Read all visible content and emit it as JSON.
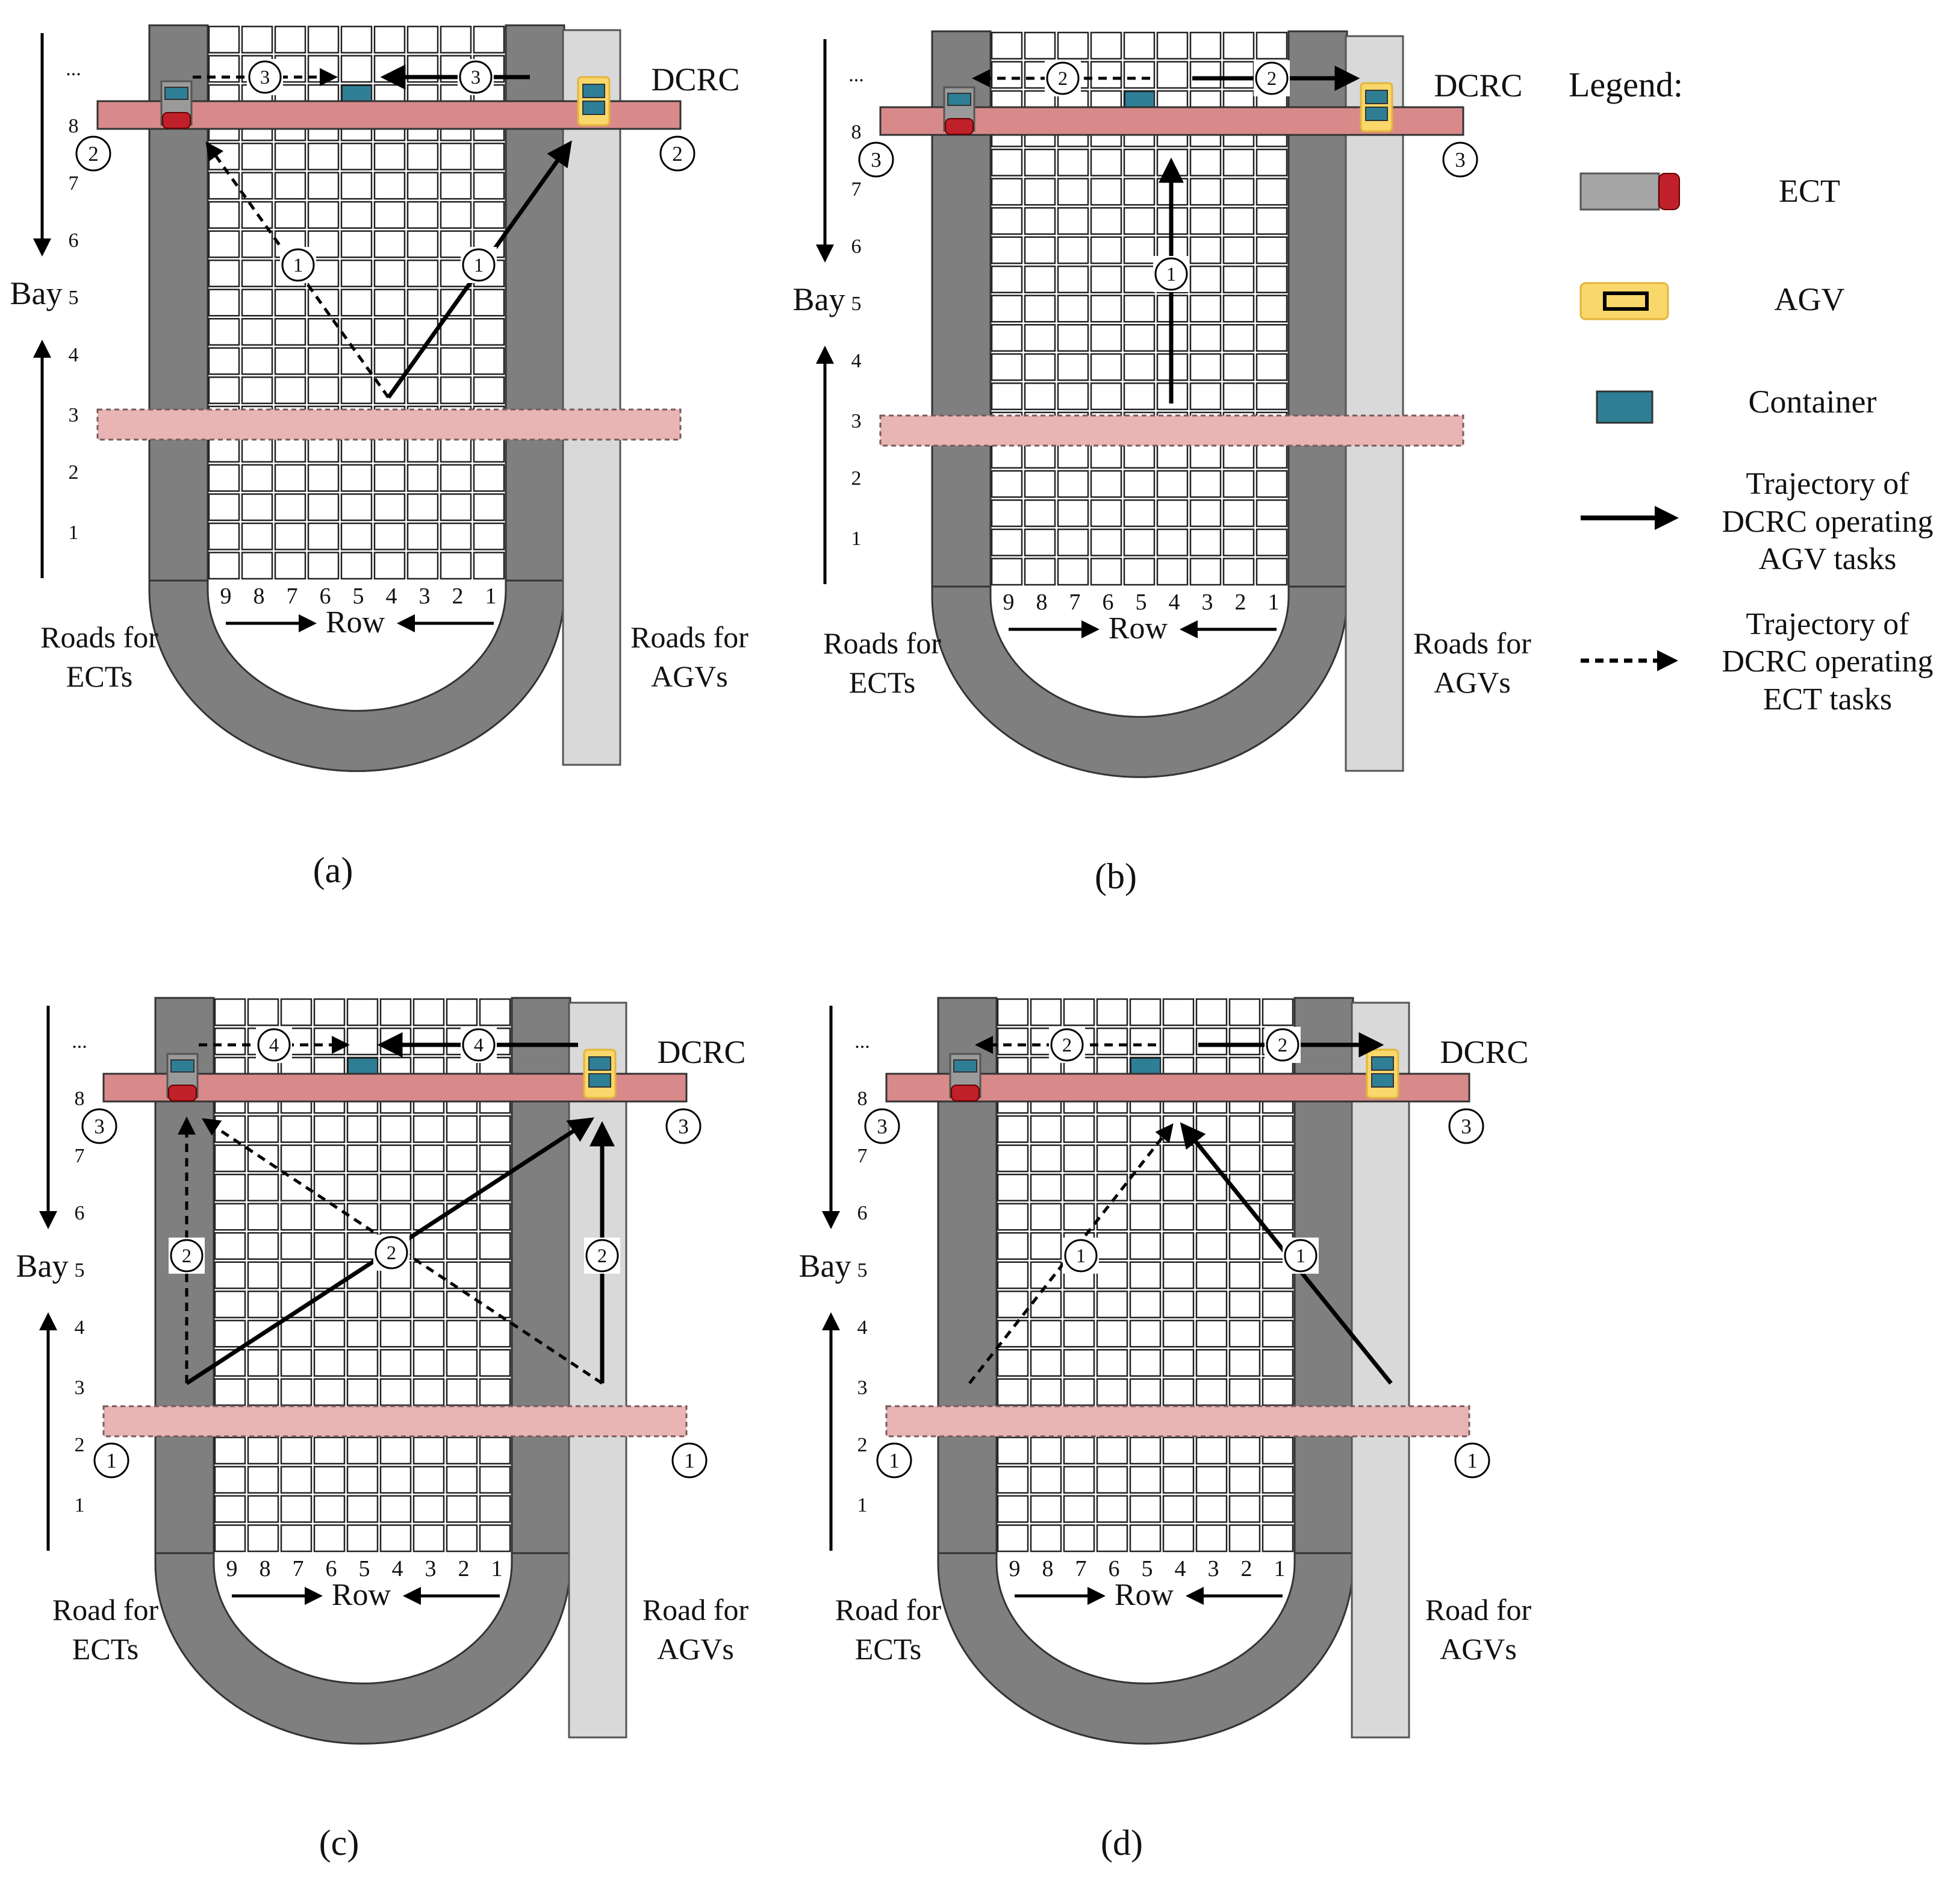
{
  "panels": [
    {
      "caption": "(a)",
      "dcrc": "DCRC",
      "bay_label": "Bay",
      "row_label": "Row",
      "road_left": [
        "Roads for",
        "ECTs"
      ],
      "road_right": [
        "Roads for",
        "AGVs"
      ],
      "crane_left_step": "②",
      "crane_right_step": "②",
      "crane_left_step_low": "",
      "crane_right_step_low": ""
    },
    {
      "caption": "(b)",
      "dcrc": "DCRC",
      "bay_label": "Bay",
      "row_label": "Row",
      "road_left": [
        "Roads for",
        "ECTs"
      ],
      "road_right": [
        "Roads for",
        "AGVs"
      ],
      "crane_left_step": "③",
      "crane_right_step": "③",
      "crane_left_step_low": "",
      "crane_right_step_low": ""
    },
    {
      "caption": "(c)",
      "dcrc": "DCRC",
      "bay_label": "Bay",
      "row_label": "Row",
      "road_left": [
        "Road for",
        "ECTs"
      ],
      "road_right": [
        "Road for",
        "AGVs"
      ],
      "crane_left_step": "③",
      "crane_right_step": "③",
      "crane_left_step_low": "①",
      "crane_right_step_low": "①"
    },
    {
      "caption": "(d)",
      "dcrc": "DCRC",
      "bay_label": "Bay",
      "row_label": "Row",
      "road_left": [
        "Road for",
        "ECTs"
      ],
      "road_right": [
        "Road for",
        "AGVs"
      ],
      "crane_left_step": "③",
      "crane_right_step": "③",
      "crane_left_step_low": "①",
      "crane_right_step_low": "①"
    }
  ],
  "bay_ticks": [
    "...",
    "8",
    "7",
    "6",
    "5",
    "4",
    "3",
    "2",
    "1"
  ],
  "row_ticks": [
    "9",
    "8",
    "7",
    "6",
    "5",
    "4",
    "3",
    "2",
    "1"
  ],
  "legend": {
    "title": "Legend:",
    "items": [
      {
        "label": "ECT",
        "lines": [
          "ECT"
        ]
      },
      {
        "label": "AGV",
        "lines": [
          "AGV"
        ]
      },
      {
        "label": "Container",
        "lines": [
          "Container"
        ]
      },
      {
        "label": "Trajectory of DCRC operating AGV tasks",
        "lines": [
          "Trajectory of",
          "DCRC operating",
          "AGV tasks"
        ]
      },
      {
        "label": "Trajectory of DCRC operating ECT tasks",
        "lines": [
          "Trajectory of",
          "DCRC operating",
          "ECT tasks"
        ]
      }
    ]
  },
  "colors": {
    "road_dark": "#7f7f7f",
    "road_light": "#d9d9d9",
    "crane_top": "#d88a8a",
    "crane_bottom": "#e8b4b4",
    "container": "#2e7f95",
    "agv": "#f9d76a",
    "ect_cab": "#c0202a"
  },
  "trajectories": {
    "a": [
      "①",
      "①",
      "③",
      "③"
    ],
    "b": [
      "①",
      "②",
      "②"
    ],
    "c": [
      "②",
      "②",
      "②",
      "④",
      "④"
    ],
    "d": [
      "①",
      "①",
      "②",
      "②"
    ]
  }
}
